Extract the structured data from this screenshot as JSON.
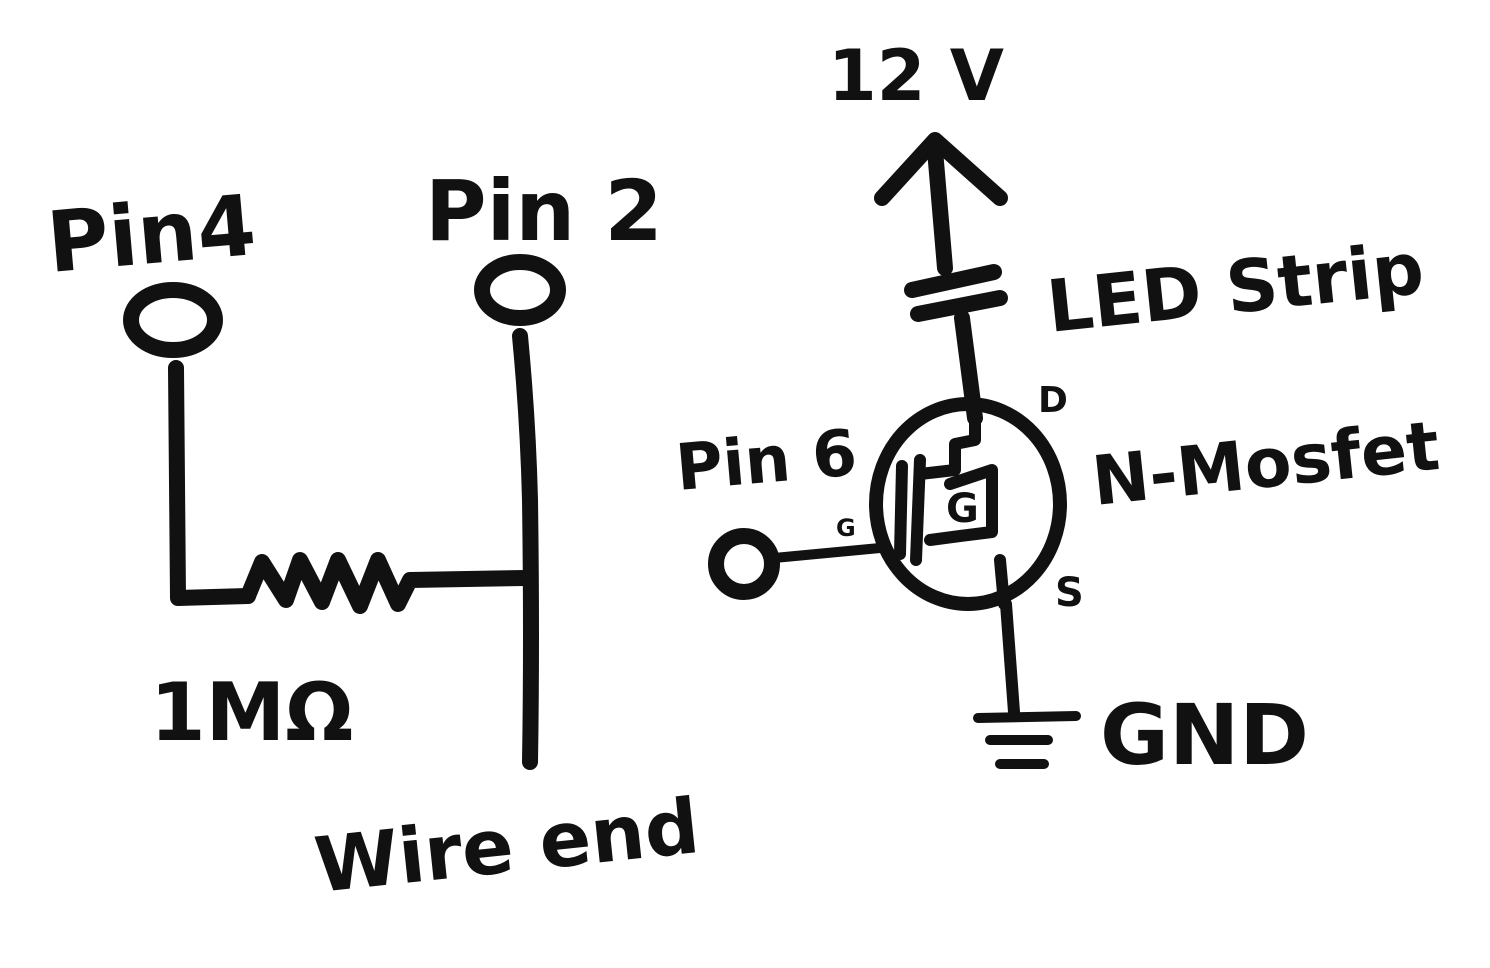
{
  "diagram": {
    "ink_color": "#111111",
    "background": "#ffffff",
    "labels": {
      "pin4": "Pin4",
      "pin2": "Pin 2",
      "resistor_value": "1MΩ",
      "wire_end": "Wire end",
      "supply": "12 V",
      "led_strip": "LED Strip",
      "pin6": "Pin 6",
      "mosfet": "N-Mosfet",
      "drain": "D",
      "gate": "G",
      "source": "S",
      "gate_letter": "G",
      "ground": "GND"
    }
  }
}
